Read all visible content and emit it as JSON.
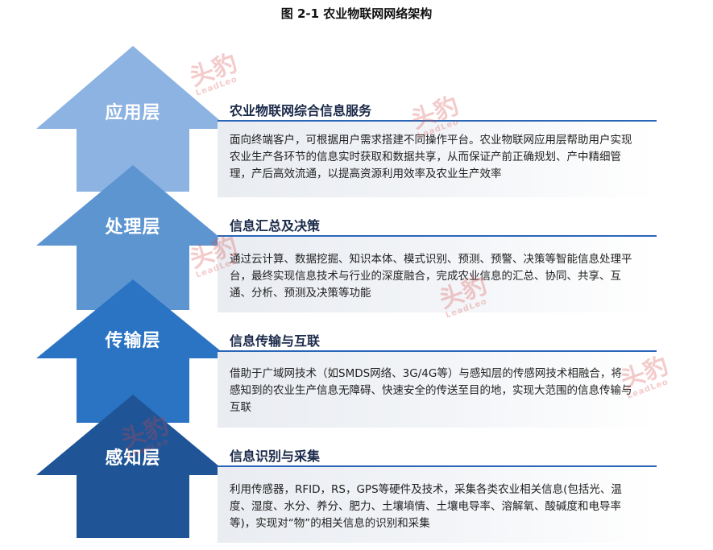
{
  "figure_title": "图 2-1 农业物联网网络架构",
  "watermark": {
    "text": "头豹",
    "sub": "LeadLeo"
  },
  "layers": [
    {
      "label": "应用层",
      "color": "#8db3e2",
      "title": "农业物联网综合信息服务",
      "description": "面向终端客户，可根据用户需求搭建不同操作平台。农业物联网应用层帮助用户实现农业生产各环节的信息实时获取和数据共享，从而保证产前正确规划、产中精细管理，产后高效流通，以提高资源利用效率及农业生产效率"
    },
    {
      "label": "处理层",
      "color": "#5d95d1",
      "title": "信息汇总及决策",
      "description": "通过云计算、数据挖掘、知识本体、模式识别、预测、预警、决策等智能信息处理平台，最终实现信息技术与行业的深度融合，完成农业信息的汇总、协同、共享、互通、分析、预测及决策等功能"
    },
    {
      "label": "传输层",
      "color": "#2b74c4",
      "title": "信息传输与互联",
      "description": "借助于广域网技术（如SMDS网络、3G/4G等）与感知层的传感网技术相融合，将感知到的农业生产信息无障碍、快速安全的传送至目的地，实现大范围的信息传输与互联"
    },
    {
      "label": "感知层",
      "color": "#1f5597",
      "title": "信息识别与采集",
      "description": "利用传感器，RFID，RS，GPS等硬件及技术，采集各类农业相关信息(包括光、温度、湿度、水分、养分、肥力、土壤墒情、土壤电导率、溶解氧、酸碱度和电导率等)，实现对“物”的相关信息的识别和采集"
    }
  ]
}
